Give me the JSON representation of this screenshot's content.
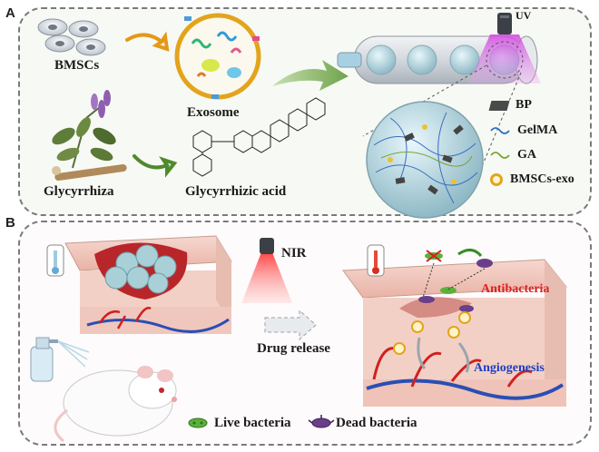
{
  "panel_a": {
    "letter": "A",
    "labels": {
      "bmscs": "BMSCs",
      "exosome": "Exosome",
      "glycyrrhiza": "Glycyrrhiza",
      "glycyrrhizic_acid": "Glycyrrhizic  acid",
      "uv": "UV"
    },
    "legend": [
      {
        "icon": "bp-flake-icon",
        "label": "BP"
      },
      {
        "icon": "gelma-wave-icon",
        "label": "GelMA"
      },
      {
        "icon": "ga-wave-icon",
        "label": "GA"
      },
      {
        "icon": "exosome-ring-icon",
        "label": "BMSCs-exo"
      }
    ]
  },
  "panel_b": {
    "letter": "B",
    "labels": {
      "nir": "NIR",
      "drug_release": "Drug release",
      "antibacteria": "Antibacteria",
      "angiogenesis": "Angiogenesis"
    },
    "legend": [
      {
        "icon": "live-bacteria-icon",
        "label": "Live bacteria"
      },
      {
        "icon": "dead-bacteria-icon",
        "label": "Dead bacteria"
      }
    ]
  },
  "colors": {
    "antibacteria": "#e02020",
    "angiogenesis": "#1f3fbf",
    "uv_light": "#c040d0",
    "nir_light": "#e84040",
    "skin": "#f2c9c0",
    "wound": "#c0392b"
  }
}
